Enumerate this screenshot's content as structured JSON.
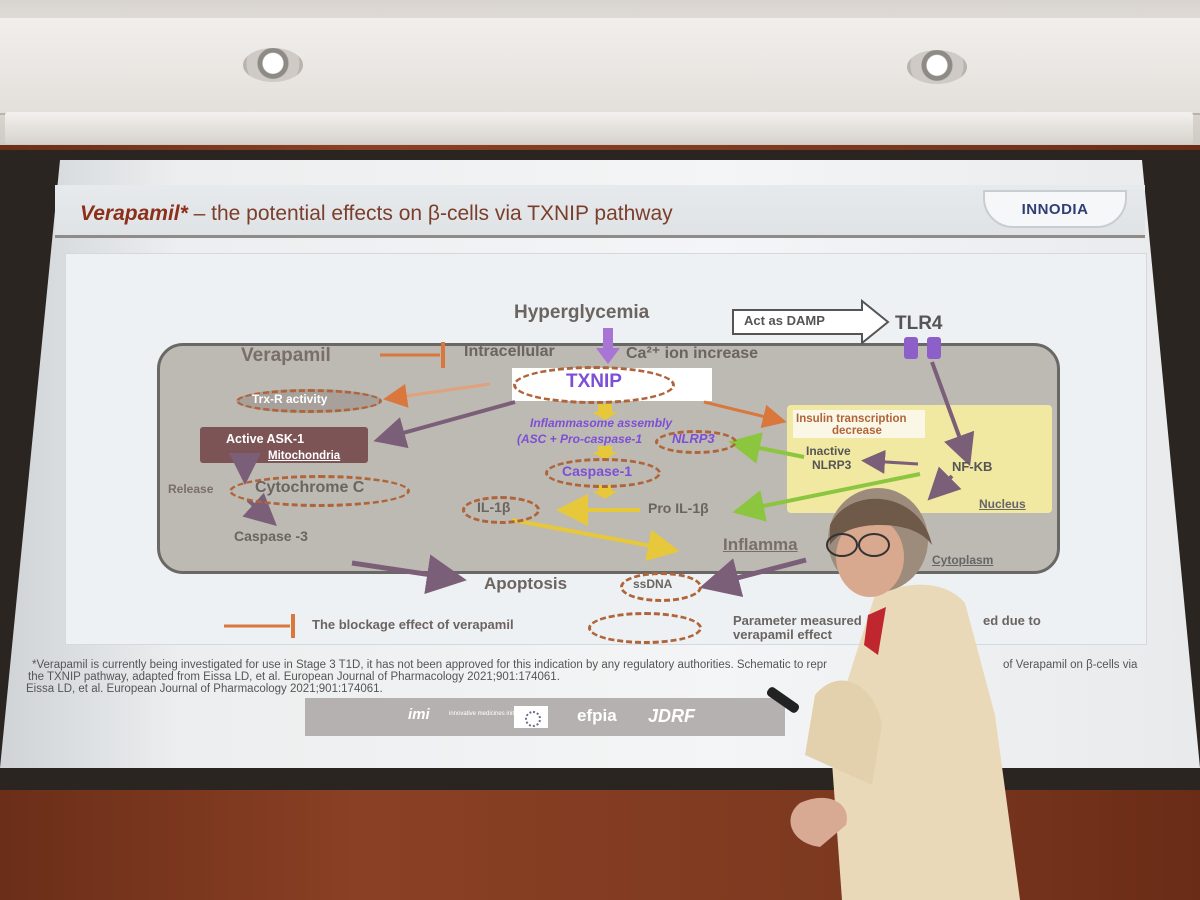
{
  "slide": {
    "title_emphasis": "Verapamil*",
    "title_rest": " – the potential effects on β-cells via TXNIP pathway",
    "logo": "INNODIA"
  },
  "diagram": {
    "hyperglycemia": "Hyperglycemia",
    "act_as_damp": "Act as DAMP",
    "tlr4": "TLR4",
    "verapamil": "Verapamil",
    "intracellular": "Intracellular",
    "ca_increase": "Ca²⁺ ion increase",
    "txnip": "TXNIP",
    "trx_r_activity": "Trx-R activity",
    "inflammasome_assembly": "Inflammasome assembly",
    "asc_pro_caspase": "(ASC + Pro-caspase-1",
    "nlrp3": "NLRP3",
    "insulin_transcription": "Insulin transcription",
    "decrease": "decrease",
    "active_ask1": "Active ASK-1",
    "mitochondria": "Mitochondria",
    "inactive": "Inactive",
    "inactive_nlrp3": "NLRP3",
    "nf_kb": "NF-KB",
    "caspase1": "Caspase-1",
    "release": "Release",
    "cytochrome_c": "Cytochrome C",
    "il1b": "IL-1β",
    "pro_il1b": "Pro IL-1β",
    "nucleus": "Nucleus",
    "caspase3": "Caspase -3",
    "inflammation": "Inflamma",
    "cytoplasm": "Cytoplasm",
    "apoptosis": "Apoptosis",
    "ssdna": "ssDNA"
  },
  "legend": {
    "blockage": "The blockage effect of verapamil",
    "parameter_measured": "Parameter measured",
    "parameter_measured_tail": "ed due to",
    "verapamil_effect": "verapamil effect"
  },
  "footnote": {
    "line1": "*Verapamil is currently being investigated for use in Stage 3 T1D, it has not been approved for this indication by any regulatory authorities. Schematic to repr",
    "line1_tail": "of Verapamil on β-cells via",
    "line2": "the TXNIP pathway, adapted from Eissa LD, et al. European Journal of Pharmacology 2021;901:174061.",
    "line3": "Eissa LD, et al. European Journal of Pharmacology 2021;901:174061."
  },
  "sponsors": {
    "imi": "imi",
    "imi_sub": "innovative medicines initiative",
    "efpia": "efpia",
    "jdrf": "JDRF"
  },
  "colors": {
    "arrow_orange": "#d9773c",
    "arrow_purple": "#7b5e78",
    "arrow_yellow": "#e6c83a",
    "arrow_green": "#8cc63f",
    "txnip_purple": "#7d4fd6",
    "title_red": "#8c2f1b"
  }
}
